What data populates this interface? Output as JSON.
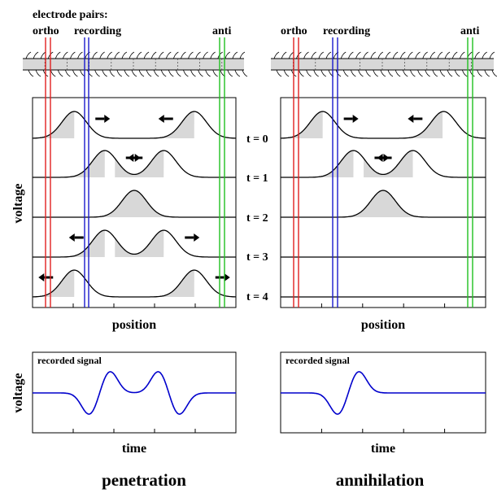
{
  "header": {
    "electrode_pairs_label": "electrode pairs:",
    "ortho_label": "ortho",
    "recording_label": "recording",
    "anti_label": "anti"
  },
  "time_labels": [
    "t = 0",
    "t = 1",
    "t = 2",
    "t = 3",
    "t = 4"
  ],
  "axis": {
    "voltage_label": "voltage",
    "position_label": "position",
    "time_label": "time"
  },
  "signal_label": "recorded signal",
  "panels": {
    "left_title": "penetration",
    "right_title": "annihilation"
  },
  "colors": {
    "ortho": "#e02020",
    "recording": "#1a1acc",
    "anti": "#20c020",
    "signal": "#0000cc",
    "fill": "#d8d8d8",
    "axon": "#d8d8d8"
  },
  "wave_data": {
    "penetration": [
      {
        "t": 0,
        "pulses": [
          {
            "center": 0.205,
            "direction": "right"
          },
          {
            "center": 0.795,
            "direction": "left"
          }
        ]
      },
      {
        "t": 1,
        "pulses": [
          {
            "center": 0.355,
            "direction": "right"
          },
          {
            "center": 0.645,
            "direction": "left"
          }
        ]
      },
      {
        "t": 2,
        "pulses": [
          {
            "center": 0.5,
            "direction": "merged"
          }
        ]
      },
      {
        "t": 3,
        "pulses": [
          {
            "center": 0.355,
            "direction": "left"
          },
          {
            "center": 0.645,
            "direction": "right"
          }
        ]
      },
      {
        "t": 4,
        "pulses": [
          {
            "center": 0.205,
            "direction": "left"
          },
          {
            "center": 0.795,
            "direction": "right"
          }
        ]
      }
    ],
    "annihilation": [
      {
        "t": 0,
        "pulses": [
          {
            "center": 0.205,
            "direction": "right"
          },
          {
            "center": 0.795,
            "direction": "left"
          }
        ]
      },
      {
        "t": 1,
        "pulses": [
          {
            "center": 0.355,
            "direction": "right"
          },
          {
            "center": 0.645,
            "direction": "left"
          }
        ]
      },
      {
        "t": 2,
        "pulses": [
          {
            "center": 0.5,
            "direction": "merged"
          }
        ]
      },
      {
        "t": 3,
        "pulses": []
      },
      {
        "t": 4,
        "pulses": []
      }
    ]
  }
}
